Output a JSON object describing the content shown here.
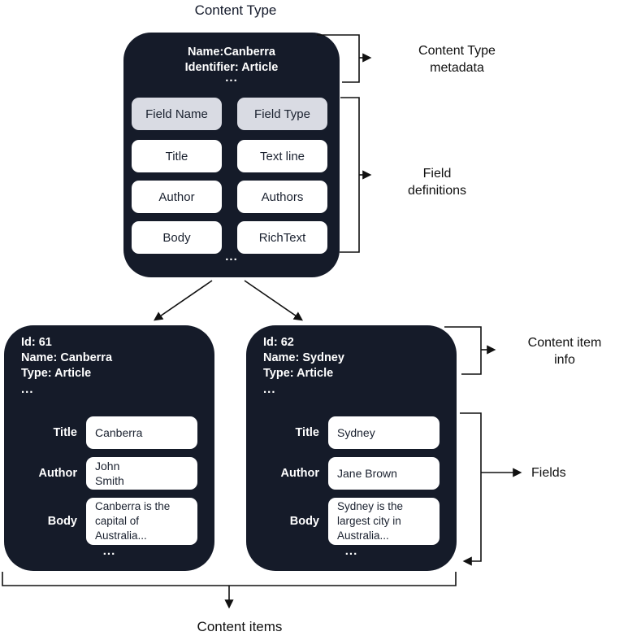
{
  "colors": {
    "dark_box": "#151B29",
    "cell_header_bg": "#D9DBE3",
    "cell_bg": "#FFFFFF",
    "text_on_dark": "#FFFFFF",
    "cell_text": "#1A212F",
    "line_color": "#111111",
    "label_text": "#111111",
    "page_bg": "#FFFFFF"
  },
  "title": "Content Type",
  "content_type": {
    "meta_lines": [
      "Name:Canberra",
      "Identifier: Article"
    ],
    "ellipsis": "...",
    "field_table": {
      "headers": [
        "Field Name",
        "Field Type"
      ],
      "rows": [
        [
          "Title",
          "Text line"
        ],
        [
          "Author",
          "Authors"
        ],
        [
          "Body",
          "RichText"
        ]
      ]
    }
  },
  "annotations": {
    "content_type_metadata": "Content Type\nmetadata",
    "field_definitions": "Field\ndefinitions",
    "content_item_info": "Content item\ninfo",
    "fields": "Fields",
    "content_items": "Content items"
  },
  "items": [
    {
      "meta_lines": [
        "Id: 61",
        "Name: Canberra",
        "Type: Article"
      ],
      "ellipsis": "...",
      "fields": [
        {
          "label": "Title",
          "value": "Canberra"
        },
        {
          "label": "Author",
          "value": "John\nSmith"
        },
        {
          "label": "Body",
          "value": "Canberra is the\ncapital of\nAustralia..."
        }
      ]
    },
    {
      "meta_lines": [
        "Id: 62",
        "Name: Sydney",
        "Type: Article"
      ],
      "ellipsis": "...",
      "fields": [
        {
          "label": "Title",
          "value": "Sydney"
        },
        {
          "label": "Author",
          "value": "Jane Brown"
        },
        {
          "label": "Body",
          "value": "Sydney is the\nlargest city in\nAustralia..."
        }
      ]
    }
  ]
}
